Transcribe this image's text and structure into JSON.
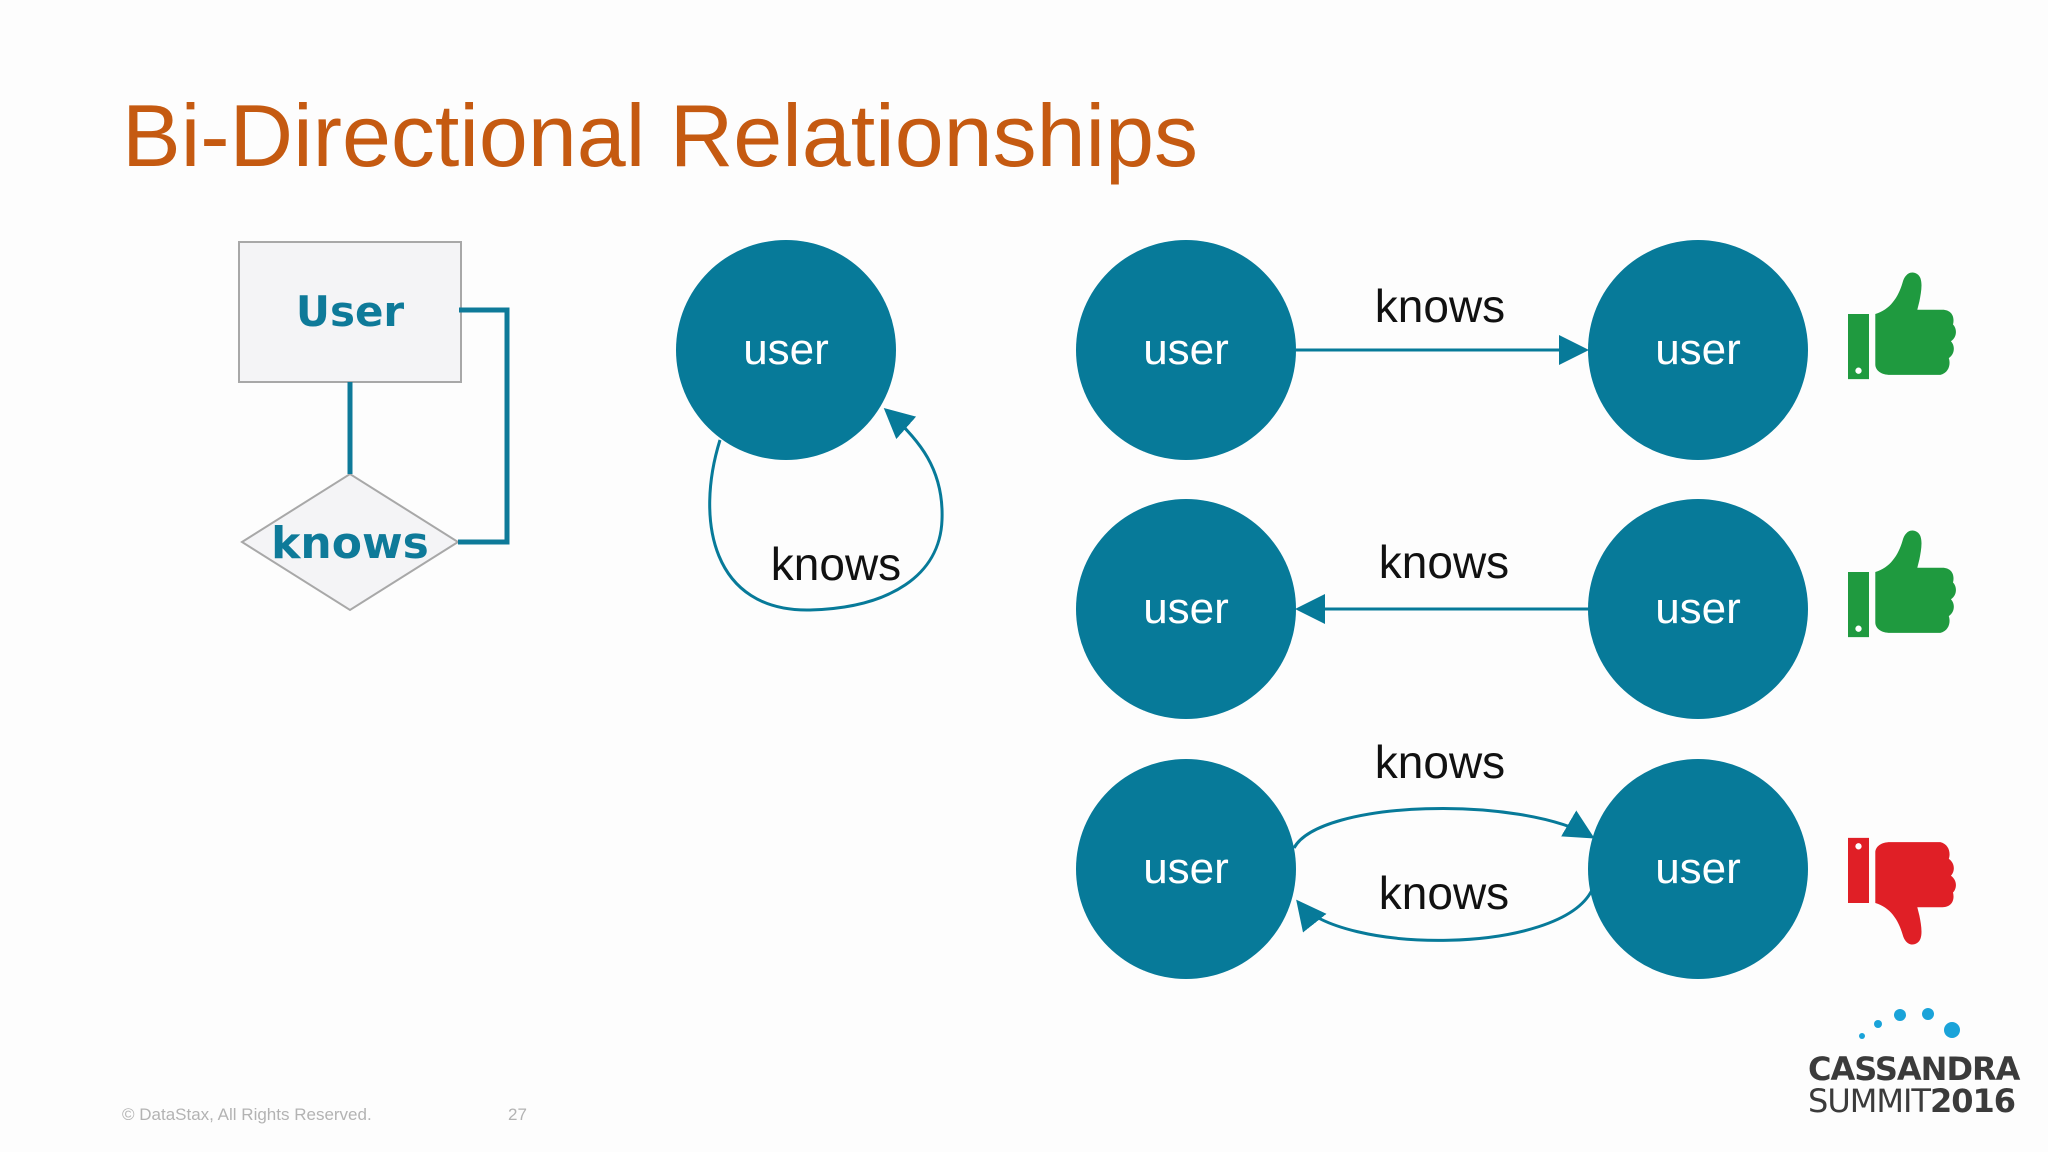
{
  "slide": {
    "title": "Bi-Directional Relationships",
    "footer": {
      "copyright": "© DataStax, All Rights Reserved.",
      "page_number": "27"
    },
    "logo": {
      "line1": "CASSANDRA",
      "line2_text": "SUMMIT",
      "line2_year": "2016"
    }
  },
  "er_diagram": {
    "entity": "User",
    "relationship": "knows"
  },
  "self_loop": {
    "node": "user",
    "edge": "knows"
  },
  "rows": [
    {
      "left_node": "user",
      "right_node": "user",
      "edges": [
        "knows"
      ],
      "direction": "left-to-right",
      "verdict": "thumbs-up"
    },
    {
      "left_node": "user",
      "right_node": "user",
      "edges": [
        "knows"
      ],
      "direction": "right-to-left",
      "verdict": "thumbs-up"
    },
    {
      "left_node": "user",
      "right_node": "user",
      "edges": [
        "knows",
        "knows"
      ],
      "direction": "both",
      "verdict": "thumbs-down"
    }
  ],
  "colors": {
    "title": "#c55a11",
    "node_fill": "#077a99",
    "thumbs_up": "#1f9a3f",
    "thumbs_down": "#e01f26",
    "logo_dots": "#1aa3d9"
  }
}
